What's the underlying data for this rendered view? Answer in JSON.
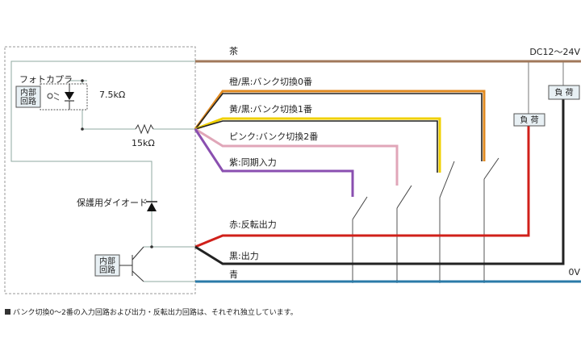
{
  "labels": {
    "photocoupler": "フォトカプラ",
    "internal_circuit_top": [
      "内部",
      "回路"
    ],
    "internal_circuit_bottom": [
      "内部",
      "回路"
    ],
    "resistor_1": "7.5kΩ",
    "resistor_2": "15kΩ",
    "diode": "保護用ダイオード",
    "power": "DC12～24V",
    "ground": "0V",
    "load_1": "負 荷",
    "load_2": "負 荷"
  },
  "wires": {
    "brown": "茶",
    "orange_black": "橙/黒:バンク切換0番",
    "yellow_black": "黄/黒:バンク切換1番",
    "pink": "ピンク:バンク切換2番",
    "purple": "紫:同期入力",
    "red": "赤:反転出力",
    "black": "黒:出力",
    "blue": "青"
  },
  "colors": {
    "brown": "#a0785a",
    "orange": "#e08a20",
    "yellow": "#f0d000",
    "black": "#222222",
    "pink": "#e0a6b8",
    "purple": "#8a4fb0",
    "red": "#d0201a",
    "blue": "#2a7aa8",
    "frame": "#999999",
    "internal_wire": "#8fa8a0",
    "box_fill": "#e8f0f4"
  },
  "footnote": "バンク切換0～2番の入力回路および出力・反転出力回路は、それぞれ独立しています。"
}
